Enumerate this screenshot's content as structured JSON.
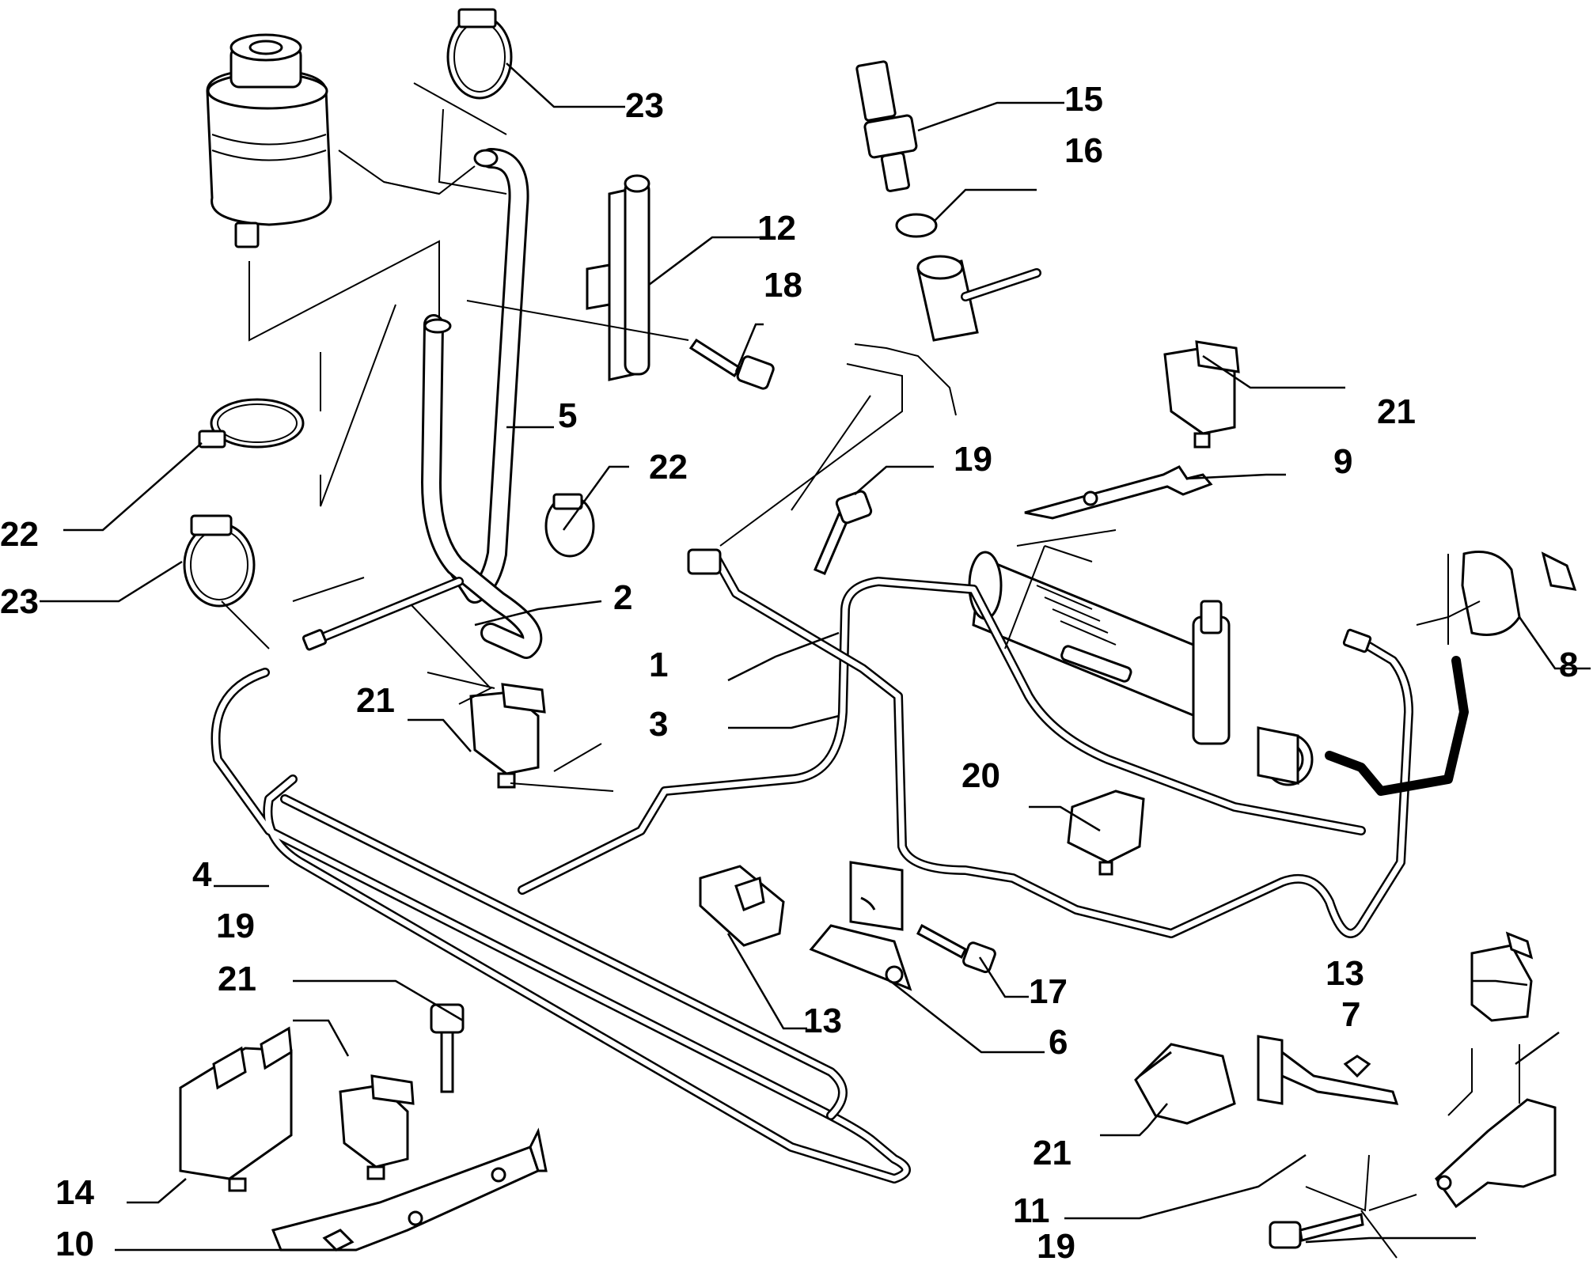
{
  "callouts": [
    {
      "id": "c1",
      "label": "1"
    },
    {
      "id": "c2",
      "label": "2"
    },
    {
      "id": "c3",
      "label": "3"
    },
    {
      "id": "c4",
      "label": "4"
    },
    {
      "id": "c5",
      "label": "5"
    },
    {
      "id": "c6",
      "label": "6"
    },
    {
      "id": "c7",
      "label": "7"
    },
    {
      "id": "c8",
      "label": "8"
    },
    {
      "id": "c9",
      "label": "9"
    },
    {
      "id": "c10",
      "label": "10"
    },
    {
      "id": "c11",
      "label": "11"
    },
    {
      "id": "c12",
      "label": "12"
    },
    {
      "id": "c13a",
      "label": "13"
    },
    {
      "id": "c13b",
      "label": "13"
    },
    {
      "id": "c14",
      "label": "14"
    },
    {
      "id": "c15",
      "label": "15"
    },
    {
      "id": "c16",
      "label": "16"
    },
    {
      "id": "c17",
      "label": "17"
    },
    {
      "id": "c18",
      "label": "18"
    },
    {
      "id": "c19a",
      "label": "19"
    },
    {
      "id": "c19b",
      "label": "19"
    },
    {
      "id": "c19c",
      "label": "19"
    },
    {
      "id": "c20",
      "label": "20"
    },
    {
      "id": "c21a",
      "label": "21"
    },
    {
      "id": "c21b",
      "label": "21"
    },
    {
      "id": "c21c",
      "label": "21"
    },
    {
      "id": "c21d",
      "label": "21"
    },
    {
      "id": "c22a",
      "label": "22"
    },
    {
      "id": "c22b",
      "label": "22"
    },
    {
      "id": "c23a",
      "label": "23"
    },
    {
      "id": "c23b",
      "label": "23"
    }
  ]
}
